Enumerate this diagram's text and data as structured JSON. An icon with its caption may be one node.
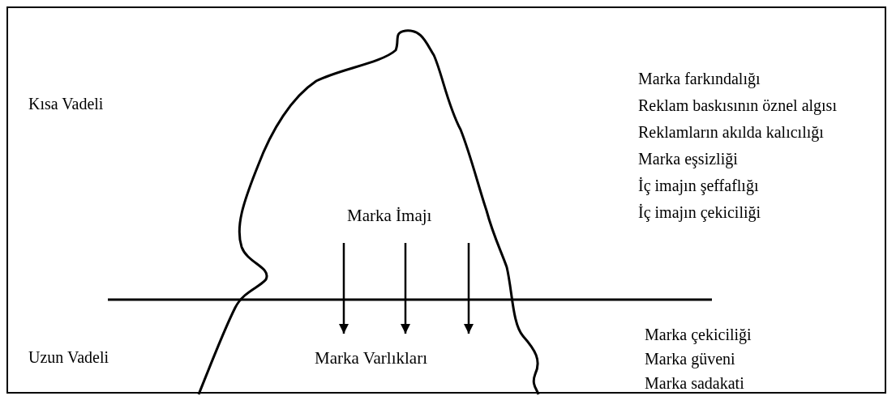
{
  "diagram": {
    "nodes": [
      {
        "text": [
          "Marka İmajı"
        ]
      },
      {
        "text": [
          "Marka Varlıkları"
        ]
      }
    ],
    "edges": [
      {
        "from": 0,
        "to": 1,
        "arrow": "to"
      },
      {
        "from": 0,
        "to": 1,
        "arrow": "to"
      },
      {
        "from": 0,
        "to": 1,
        "arrow": "to"
      }
    ],
    "labels": [
      "Kısa Vadeli",
      "Marka farkındalığı",
      "Reklam baskısının öznel algısı",
      "Reklamların akılda kalıcılığı",
      "Marka eşsizliği",
      "İç imajın şeffaflığı",
      "İç imajın çekiciliği",
      "Uzun Vadeli",
      "Marka çekiciliği",
      "Marka güveni",
      "Marka sadakati"
    ]
  }
}
